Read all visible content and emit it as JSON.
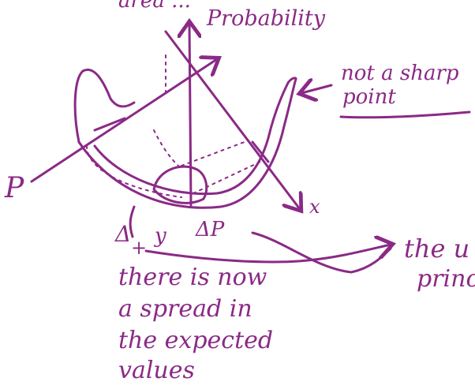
{
  "colors": {
    "ink": "#8a2a86",
    "background": "#ffffff"
  },
  "labels": {
    "top_cut": "area ...",
    "probability": "Probability",
    "not_sharp": "not a sharp",
    "point": "point",
    "p_axis": "P",
    "x_axis": "x",
    "y": "y",
    "delta_p": "ΔP",
    "delta_y": "Δ",
    "plus": "+",
    "right_top": "the u",
    "right_bottom": "princ",
    "note_line1": "there is now",
    "note_line2": "a spread in",
    "note_line3": "the expected",
    "note_line4": "values"
  }
}
